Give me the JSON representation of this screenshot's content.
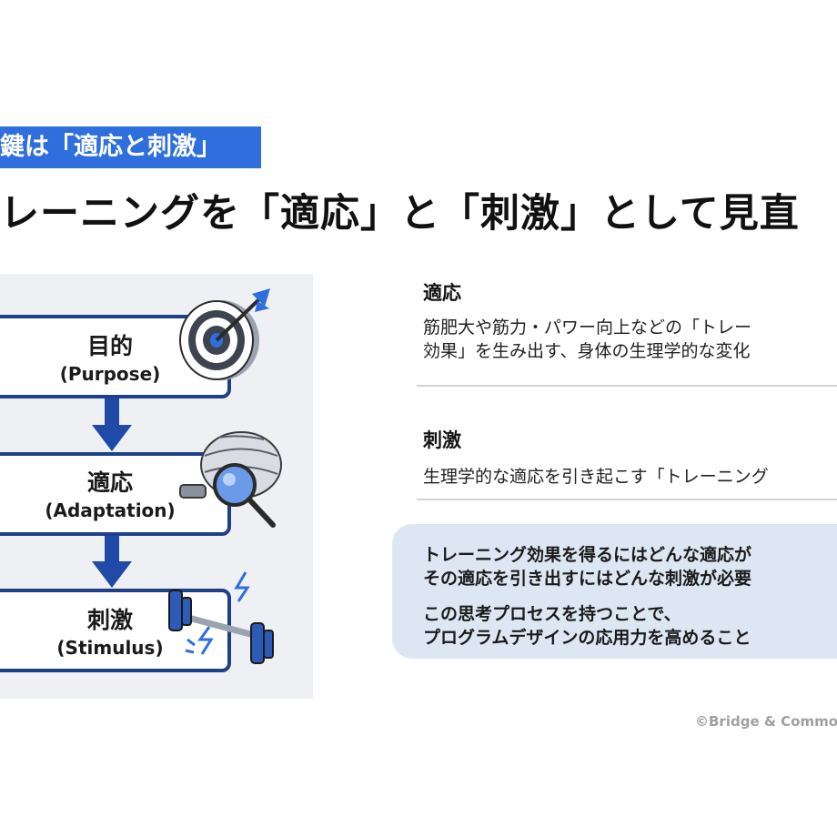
{
  "header": {
    "tag": "鍵は「適応と刺激」",
    "title": "レーニングを「適応」と「刺激」として見直"
  },
  "figure": {
    "steps": [
      {
        "jp": "目的",
        "en": "(Purpose)"
      },
      {
        "jp": "適応",
        "en": "(Adaptation)"
      },
      {
        "jp": "刺激",
        "en": "(Stimulus)"
      }
    ]
  },
  "sections": [
    {
      "title": "適応",
      "lines": [
        "筋肥大や筋力・パワー向上などの「トレー",
        "効果」を生み出す、身体の生理学的な変化"
      ]
    },
    {
      "title": "刺激",
      "lines": [
        "生理学的な適応を引き起こす「トレーニング"
      ]
    }
  ],
  "callout": {
    "lines": [
      "トレーニング効果を得るにはどんな適応が",
      "その適応を引き出すにはどんな刺激が必要",
      "この思考プロセスを持つことで、",
      "プログラムデザインの応用力を高めること"
    ]
  },
  "footer": {
    "copyright": "©Bridge & Commo"
  }
}
